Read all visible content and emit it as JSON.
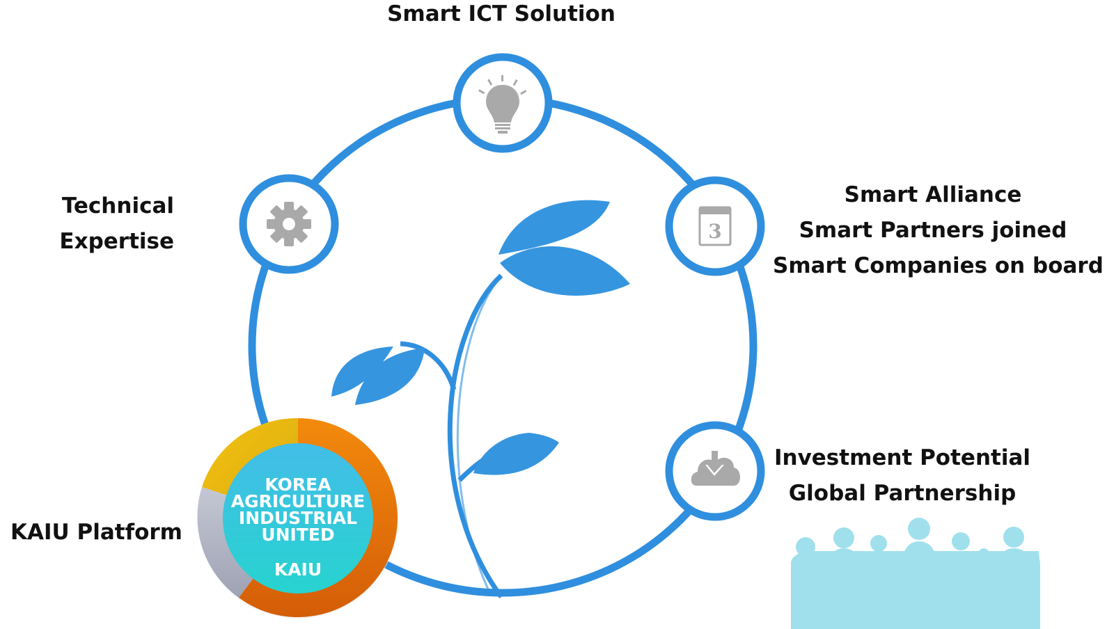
{
  "nodes": {
    "top": {
      "title": "Smart ICT Solution",
      "icon": "lightbulb-icon"
    },
    "left": {
      "lines": [
        "Technical",
        "Expertise"
      ],
      "icon": "gear-icon"
    },
    "right": {
      "lines": [
        "Smart Alliance",
        "Smart Partners joined",
        "Smart Companies on board"
      ],
      "icon": "calendar-icon"
    },
    "bottom_right": {
      "lines": [
        "Investment Potential",
        "Global Partnership"
      ],
      "icon": "cloud-download-icon"
    }
  },
  "platform": {
    "label": "KAIU Platform",
    "name_lines": [
      "KOREA",
      "AGRICULTURE",
      "INDUSTRIAL",
      "UNITED"
    ],
    "abbr": "KAIU",
    "icon": "kaiu-donut-badge"
  },
  "decoration": {
    "icon": "plant-sprout-icon",
    "people_icon": "people-silhouettes-icon"
  },
  "colors": {
    "ring_blue": "#2f8fde",
    "leaf_blue": "#3695df",
    "icon_gray": "#a9a9a9",
    "donut_orange": "#e8700c",
    "donut_yellow": "#e8ba10",
    "donut_gray": "#b5b8c6",
    "donut_center": "#2fc4dc",
    "people": "#a0e0ec"
  }
}
